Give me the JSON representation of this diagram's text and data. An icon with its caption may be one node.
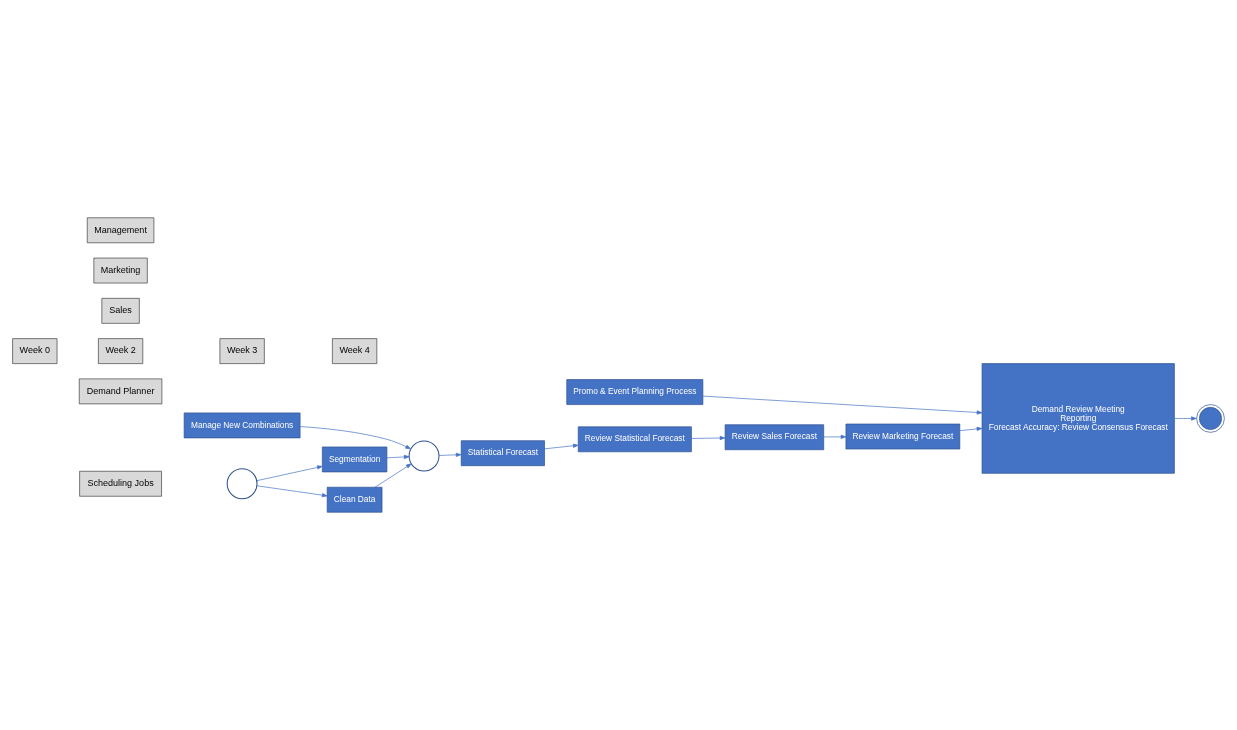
{
  "diagram": {
    "nodes": [
      {
        "text": [
          "Week 0"
        ]
      },
      {
        "text": [
          "Week 2"
        ]
      },
      {
        "text": [
          "Week 3"
        ]
      },
      {
        "text": [
          "Week 4"
        ]
      },
      {
        "text": [
          "Demand Planner"
        ]
      },
      {
        "text": [
          "Sales"
        ]
      },
      {
        "text": [
          "Marketing"
        ]
      },
      {
        "text": [
          "Management"
        ]
      },
      {
        "text": [
          "Scheduling Jobs"
        ]
      },
      {
        "text": [
          "Manage New Combinations"
        ]
      },
      {
        "text": [
          "Clean Data"
        ]
      },
      {
        "text": [
          "Segmentation"
        ]
      },
      {
        "text": [],
        "shape": "circle"
      },
      {
        "text": [
          "Review Statistical Forecast"
        ]
      },
      {
        "text": [
          "Promo & Event Planning Process"
        ]
      },
      {
        "text": [
          "Demand Review Meeting",
          "Reporting",
          "Forecast Accuracy: Review Consensus Forecast"
        ]
      },
      {
        "text": [
          "Review Sales Forecast"
        ]
      },
      {
        "text": [
          "Review Marketing Forecast"
        ]
      },
      {
        "text": [],
        "shape": "circle"
      },
      {
        "text": [],
        "shape": "circle"
      },
      {
        "text": [
          "Statistical Forecast"
        ]
      }
    ],
    "edges": [
      {
        "from": 19,
        "to": 10,
        "arrow": "to"
      },
      {
        "from": 19,
        "to": 11,
        "arrow": "to"
      },
      {
        "from": 9,
        "to": 12,
        "arrow": "to"
      },
      {
        "from": 10,
        "to": 12,
        "arrow": "to"
      },
      {
        "from": 11,
        "to": 12,
        "arrow": "to"
      },
      {
        "from": 12,
        "to": 20,
        "arrow": "to"
      },
      {
        "from": 20,
        "to": 13,
        "arrow": "to"
      },
      {
        "from": 13,
        "to": 16,
        "arrow": "to"
      },
      {
        "from": 16,
        "to": 17,
        "arrow": "to"
      },
      {
        "from": 14,
        "to": 15,
        "arrow": "to"
      },
      {
        "from": 17,
        "to": 15,
        "arrow": "to"
      },
      {
        "from": 15,
        "to": 18,
        "arrow": "to"
      }
    ]
  }
}
